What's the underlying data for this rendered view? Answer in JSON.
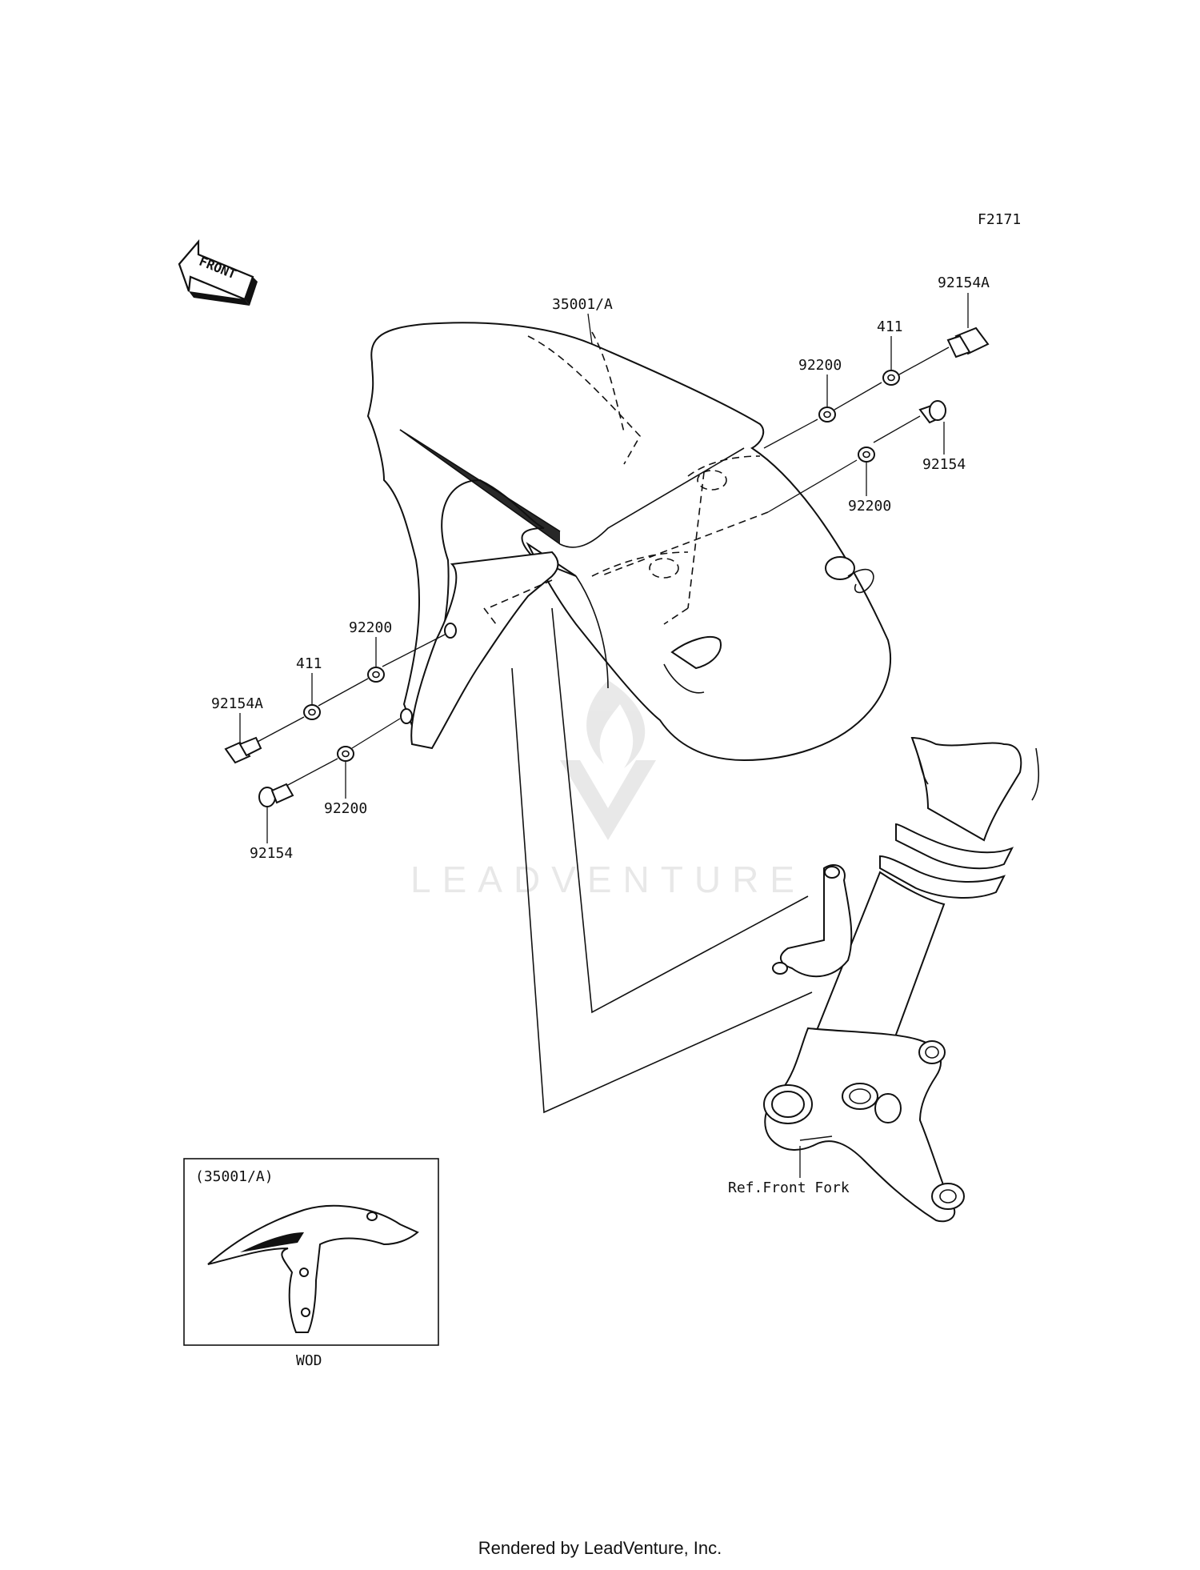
{
  "diagram": {
    "code": "F2171",
    "front_arrow": "FRONT",
    "watermark": "LEADVENTURE",
    "inset": {
      "title": "(35001/A)",
      "caption": "WOD"
    },
    "reference": "Ref.Front Fork",
    "labels": {
      "fender": "35001/A",
      "bolt_a_right": "92154A",
      "washer411_right": "411",
      "washer92200_right_upper": "92200",
      "bolt_right": "92154",
      "washer92200_right_lower": "92200",
      "washer92200_left_upper": "92200",
      "washer411_left": "411",
      "bolt_a_left": "92154A",
      "washer92200_left_lower": "92200",
      "bolt_left": "92154"
    }
  },
  "footer": "Rendered by LeadVenture, Inc."
}
